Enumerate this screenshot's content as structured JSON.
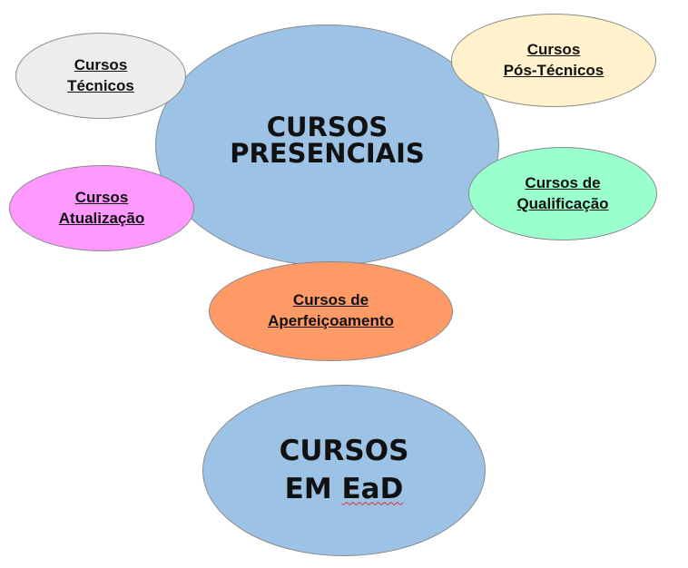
{
  "diagram": {
    "presenciais": {
      "line1": "CURSOS",
      "line2": "PRESENCIAIS",
      "color": "#9cc2e6"
    },
    "tecnicos": {
      "line1": "Cursos",
      "line2": "Técnicos",
      "color": "#ededed"
    },
    "pos_tecnicos": {
      "line1": "Cursos",
      "line2": "Pós-Técnicos",
      "color": "#fff2cc"
    },
    "atualizacao": {
      "line1": "Cursos",
      "line2": "Atualização",
      "color": "#ff99ff"
    },
    "qualificacao": {
      "line1": "Cursos de",
      "line2": "Qualificação",
      "color": "#99ffcc"
    },
    "aperfeicoamento": {
      "line1": "Cursos de",
      "line2": "Aperfeiçoamento",
      "color": "#ff9966"
    },
    "ead": {
      "line1": "CURSOS",
      "line2_prefix": "EM ",
      "line2_word": "EaD",
      "color": "#9cc2e6"
    }
  }
}
